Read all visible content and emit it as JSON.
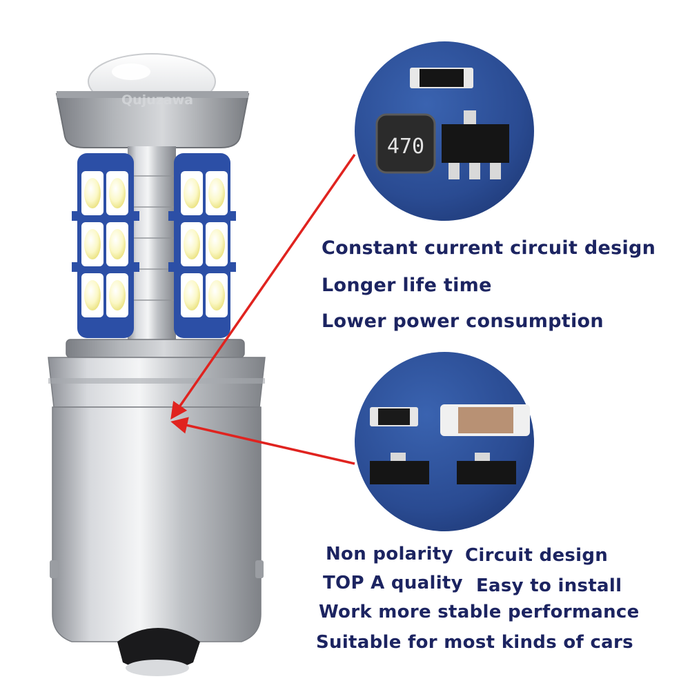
{
  "image": {
    "brand_watermark": "Qujuzawa",
    "component_marking": "470",
    "colors": {
      "text": "#1c2461",
      "arrow": "#e0231f",
      "circle_fill": "#2c4f99",
      "metal": "#b9bcc1",
      "led_yellow": "#f6f2a2",
      "led_board": "#2c4fa6"
    },
    "feature_group_top": {
      "line1": "Constant current circuit design",
      "line2": "Longer life time",
      "line3": "Lower power consumption"
    },
    "feature_group_bottom": {
      "line1a": "Non polarity",
      "line1b": "Circuit design",
      "line2a": "TOP A quality",
      "line2b": "Easy to install",
      "line3": "Work more stable performance",
      "line4": "Suitable for most kinds of cars"
    }
  }
}
